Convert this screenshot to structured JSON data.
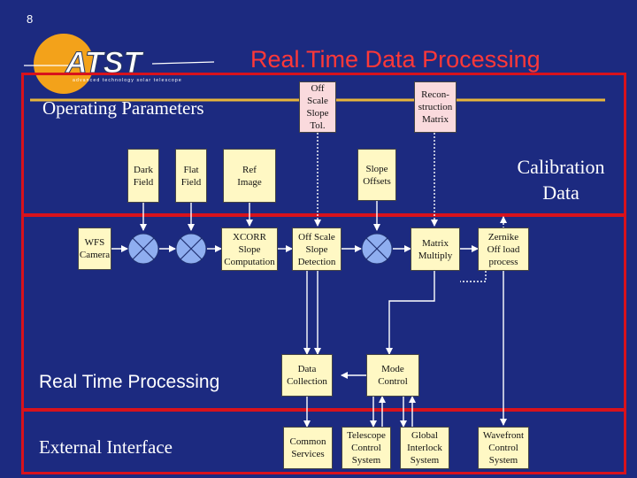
{
  "slide_number": "8",
  "title": "Real.Time Data Processing",
  "logo": {
    "wordmark": "ATST",
    "tagline": "advanced technology solar telescope",
    "colors": {
      "sun": "#f3a21a",
      "text": "#ffffff",
      "shadow": "#2a3a60"
    }
  },
  "colors": {
    "background": "#1c2a80",
    "title": "#ff3838",
    "region_border": "#d8121c",
    "gold_line": "#e7b53b",
    "box_fill": "#fff8c4",
    "box_fill_pink": "#fadadd",
    "circle_fill": "#8faef0",
    "arrow": "#ffffff"
  },
  "sections": {
    "operating_parameters": "Operating Parameters",
    "calibration_data": "Calibration\nData",
    "real_time_processing": "Real Time Processing",
    "external_interface": "External Interface"
  },
  "boxes": {
    "off_scale_slope_tol": "Off\nScale\nSlope\nTol.",
    "reconstruction_matrix": "Recon-\nstruction\nMatrix",
    "dark_field": "Dark\nField",
    "flat_field": "Flat\nField",
    "ref_image": "Ref\nImage",
    "slope_offsets": "Slope\nOffsets",
    "wfs_camera": "WFS\nCamera",
    "xcorr_slope_computation": "XCORR\nSlope\nComputation",
    "off_scale_slope_detection": "Off Scale\nSlope\nDetection",
    "matrix_multiply": "Matrix\nMultiply",
    "zernike_offload_process": "Zernike\nOff load\nprocess",
    "data_collection": "Data\nCollection",
    "mode_control": "Mode\nControl",
    "common_services": "Common\nServices",
    "telescope_control_system": "Telescope\nControl\nSystem",
    "global_interlock_system": "Global\nInterlock\nSystem",
    "wavefront_control_system": "Wavefront\nControl\nSystem"
  },
  "processing_nodes": [
    "dark-field-subtract-node",
    "flat-field-correct-node",
    "slope-offset-node"
  ]
}
